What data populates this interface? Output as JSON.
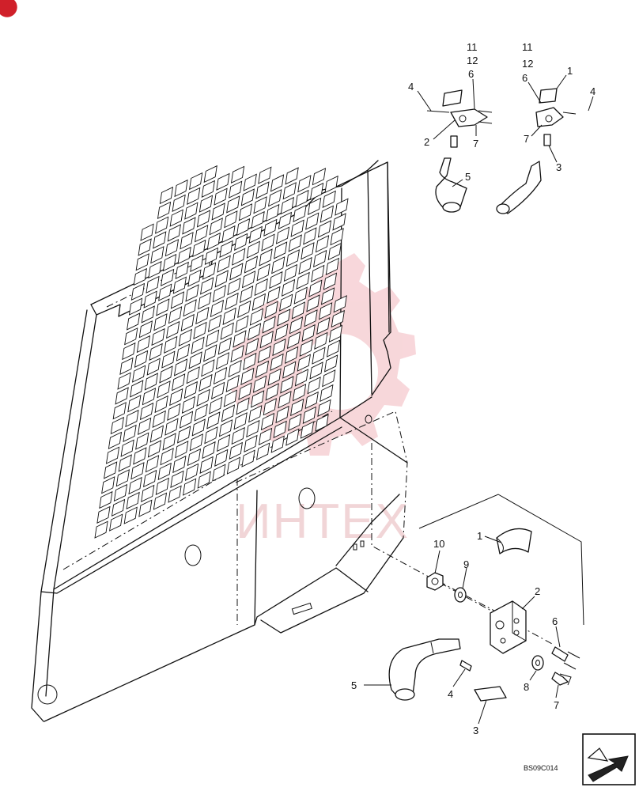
{
  "drawing_code": "BS09C014",
  "watermark_text": "ИНТЕХ",
  "colors": {
    "line": "#111111",
    "watermark": "#f2b7bd",
    "corner_mark": "#d0202a"
  },
  "icons": [
    "corner-mark-icon",
    "gear-watermark-icon",
    "next-page-arrow-icon"
  ],
  "callouts": {
    "tl11": "11",
    "tl12": "12",
    "tl6": "6",
    "tl4": "4",
    "tl2": "2",
    "tl7": "7",
    "tl5": "5",
    "tr11": "11",
    "tr12": "12",
    "tr6": "6",
    "tr1": "1",
    "tr4": "4",
    "tr7": "7",
    "tr3": "3",
    "m10": "10",
    "m1": "1",
    "m9": "9",
    "m2": "2",
    "m6": "6",
    "m8": "8",
    "m7": "7",
    "m5": "5",
    "m4": "4",
    "m3": "3"
  }
}
